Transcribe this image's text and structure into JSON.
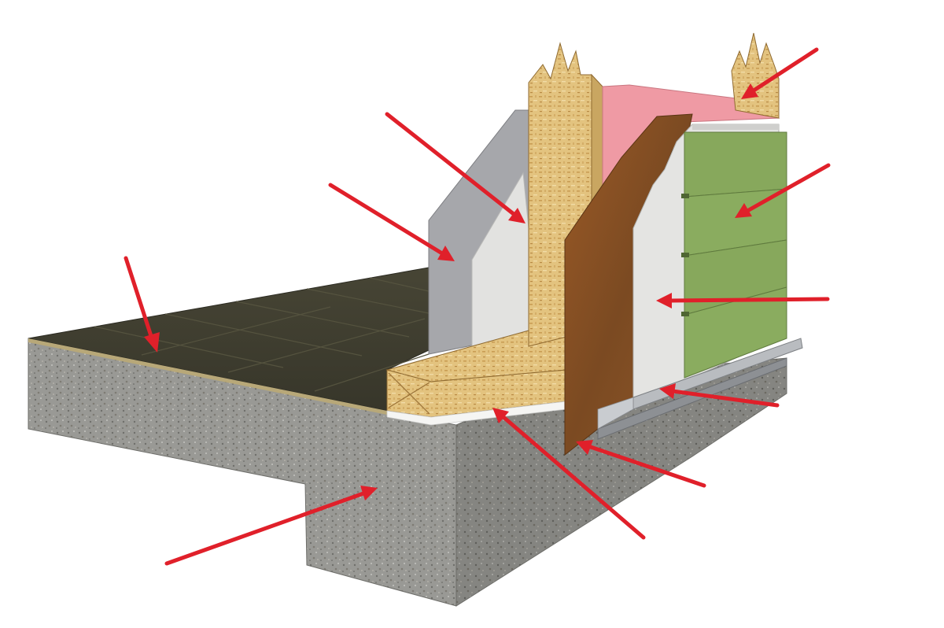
{
  "diagram": {
    "components": [
      {
        "name": "concrete-slab-foundation"
      },
      {
        "name": "floor-tile"
      },
      {
        "name": "drywall"
      },
      {
        "name": "wall-stud"
      },
      {
        "name": "top-stud"
      },
      {
        "name": "pink-insulation"
      },
      {
        "name": "sheathing"
      },
      {
        "name": "house-wrap"
      },
      {
        "name": "lap-siding"
      },
      {
        "name": "sill-plate"
      },
      {
        "name": "sill-gasket"
      },
      {
        "name": "flashing"
      }
    ],
    "colors": {
      "concrete": "#9a9a96",
      "floor_tile": "#3f3d2f",
      "drywall": "#a6a7ab",
      "drywall_face": "#e2e2e0",
      "lumber": "#e2c27e",
      "insulation": "#ef9aa4",
      "sheathing": "#8a5024",
      "siding": "#87a85c",
      "arrow": "#e0202a"
    }
  }
}
